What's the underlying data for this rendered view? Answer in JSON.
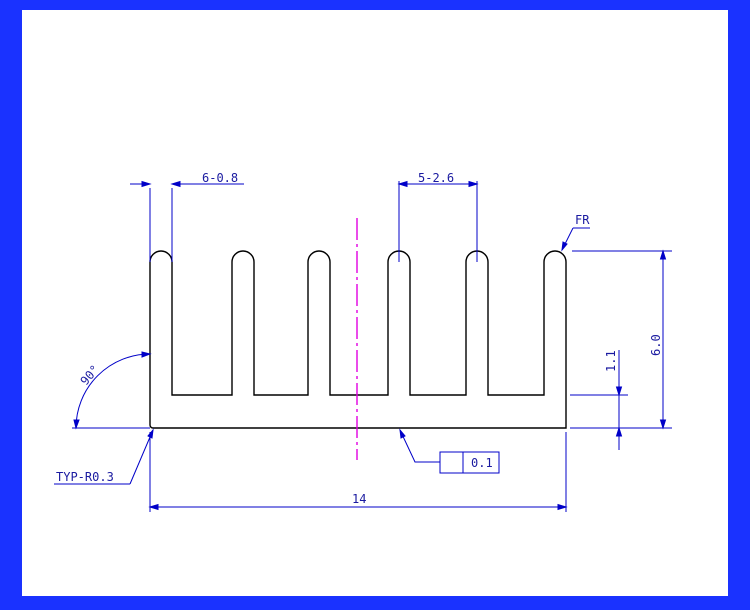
{
  "colors": {
    "border": "#1a32ff",
    "sheet": "#ffffff",
    "profile": "#000000",
    "dimension": "#0000c8",
    "dimension_text": "#1a1aa0",
    "centerline": "#e000e0"
  },
  "labels": {
    "fin_thickness": "6-0.8",
    "fin_pitch": "5-2.6",
    "edge_note": "FR",
    "angle": "90°",
    "radius": "TYP-R0.3",
    "base_thickness": "1.1",
    "height": "6.0",
    "width": "14",
    "flatness": "0.1"
  }
}
